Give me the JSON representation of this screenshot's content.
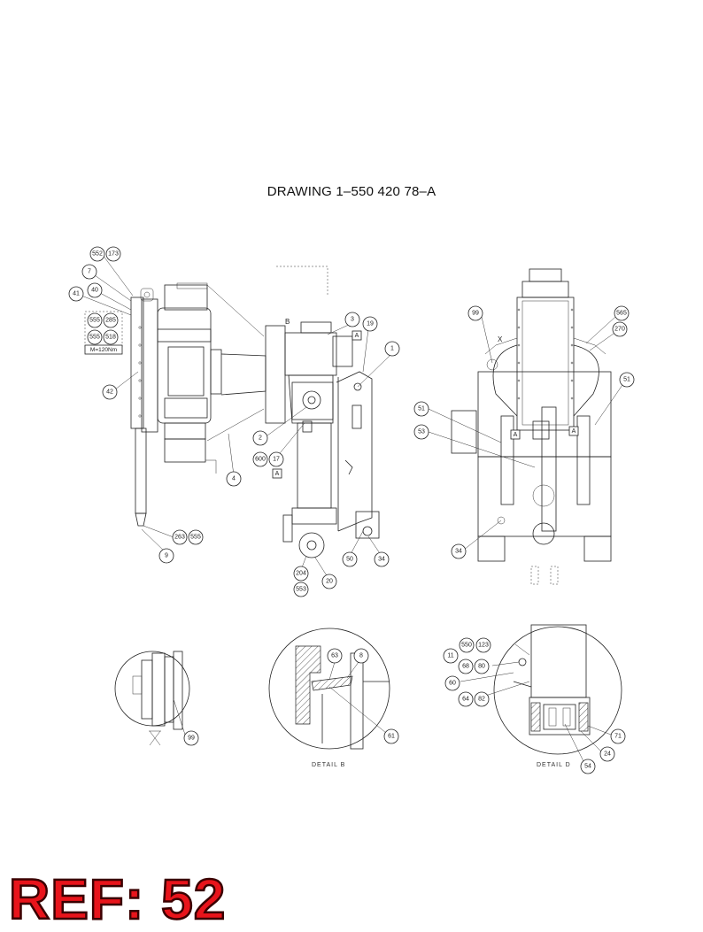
{
  "title": "DRAWING 1–550 420 78–A",
  "ref_label": "REF: 52",
  "torque_note": "M=120Nm",
  "detail_labels": {
    "x_marker": "X",
    "detail_b": "DETAIL B",
    "detail_d": "DETAIL D",
    "view_b": "B",
    "view_x": "X"
  },
  "section_tags": [
    "A",
    "A",
    "A",
    "A"
  ],
  "callouts": {
    "left_view": [
      "552",
      "173",
      "7",
      "40",
      "41",
      "555",
      "285",
      "555",
      "518",
      "42",
      "263",
      "555",
      "9"
    ],
    "middle_view": [
      "3",
      "19",
      "1",
      "2",
      "600",
      "17",
      "4",
      "50",
      "34",
      "204",
      "553",
      "20"
    ],
    "right_view": [
      "99",
      "565",
      "270",
      "51",
      "51",
      "53",
      "34"
    ],
    "detail_x": [
      "99"
    ],
    "detail_b": [
      "63",
      "8",
      "61"
    ],
    "detail_d": [
      "11",
      "550",
      "123",
      "68",
      "80",
      "60",
      "64",
      "82",
      "71",
      "24",
      "54"
    ]
  }
}
